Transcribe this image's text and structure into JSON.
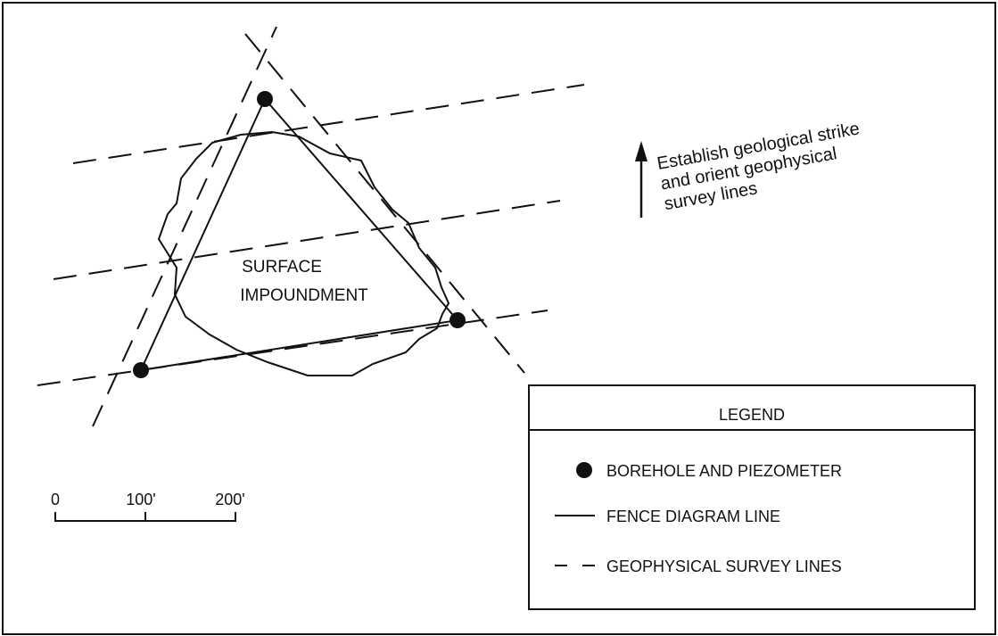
{
  "diagram": {
    "impoundment_label": [
      "SURFACE",
      "IMPOUNDMENT"
    ],
    "annotation": [
      "Establish geological strike",
      "and orient geophysical",
      "survey lines"
    ],
    "scale_bar": {
      "ticks": [
        "0",
        "100'",
        "200'"
      ]
    },
    "legend": {
      "title": "LEGEND",
      "items": [
        {
          "symbol": "filled-circle",
          "label": "BOREHOLE AND PIEZOMETER"
        },
        {
          "symbol": "solid-line",
          "label": "FENCE DIAGRAM LINE"
        },
        {
          "symbol": "dashed-line",
          "label": "GEOPHYSICAL SURVEY LINES"
        }
      ]
    }
  }
}
